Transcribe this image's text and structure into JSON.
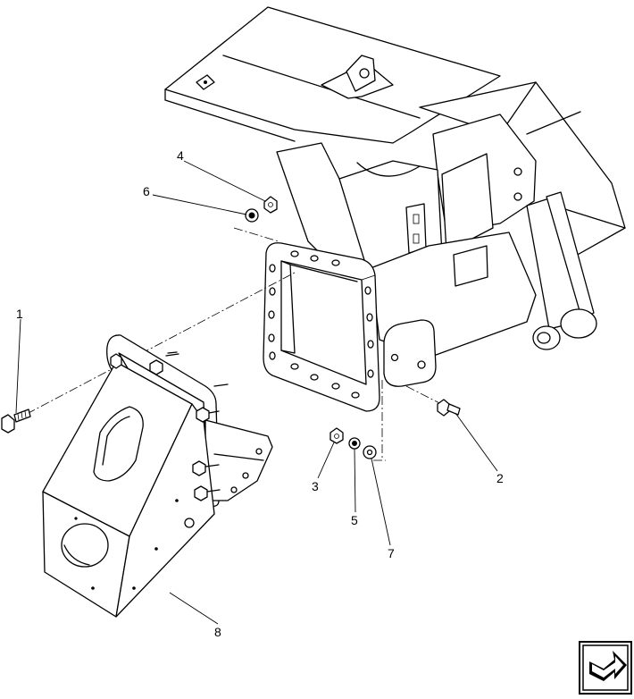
{
  "callouts": {
    "c1": "1",
    "c2": "2",
    "c3": "3",
    "c4": "4",
    "c5": "5",
    "c6": "6",
    "c7": "7",
    "c8": "8"
  },
  "icons": {
    "nav": "next-page-arrow-icon"
  }
}
